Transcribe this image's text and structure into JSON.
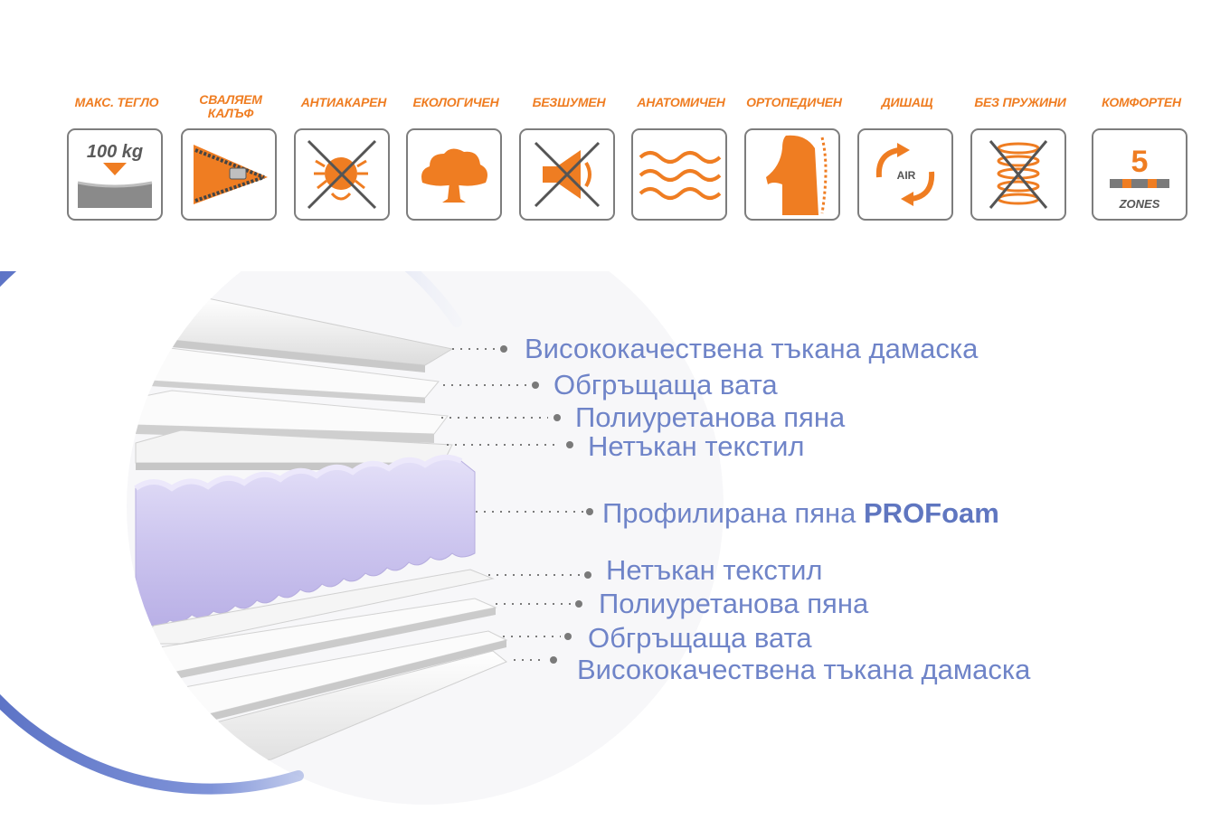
{
  "features": [
    {
      "label": "МАКС. ТЕГЛО",
      "icon": "weight-icon",
      "value": "100 kg"
    },
    {
      "label": "СВАЛЯЕМ КАЛЪФ",
      "icon": "zipper-icon"
    },
    {
      "label": "АНТИАКАРЕН",
      "icon": "no-mite-icon"
    },
    {
      "label": "ЕКОЛОГИЧЕН",
      "icon": "tree-icon"
    },
    {
      "label": "БЕЗШУМЕН",
      "icon": "no-sound-icon"
    },
    {
      "label": "АНАТОМИЧЕН",
      "icon": "waves-icon"
    },
    {
      "label": "ОРТОПЕДИЧЕН",
      "icon": "spine-icon"
    },
    {
      "label": "ДИШАЩ",
      "icon": "air-icon",
      "value": "AIR"
    },
    {
      "label": "БЕЗ ПРУЖИНИ",
      "icon": "no-spring-icon"
    },
    {
      "label": "КОМФОРТЕН",
      "icon": "zones-icon",
      "value": "5",
      "sub": "ZONES"
    }
  ],
  "layers": [
    {
      "text": "Висококачествена тъкана дамаска"
    },
    {
      "text": "Обгръщаща вата"
    },
    {
      "text": "Полиуретанова пяна"
    },
    {
      "text": "Нетъкан текстил"
    },
    {
      "text": "Профилирана пяна ",
      "bold": "PROFoam"
    },
    {
      "text": "Нетъкан текстил"
    },
    {
      "text": "Полиуретанова пяна"
    },
    {
      "text": "Обгръщаща вата"
    },
    {
      "text": "Висококачествена тъкана дамаска"
    }
  ],
  "colors": {
    "accent": "#ef7d22",
    "frame": "#7d7d7d",
    "label": "#6f84c8",
    "foam": "#c9c3ec"
  }
}
